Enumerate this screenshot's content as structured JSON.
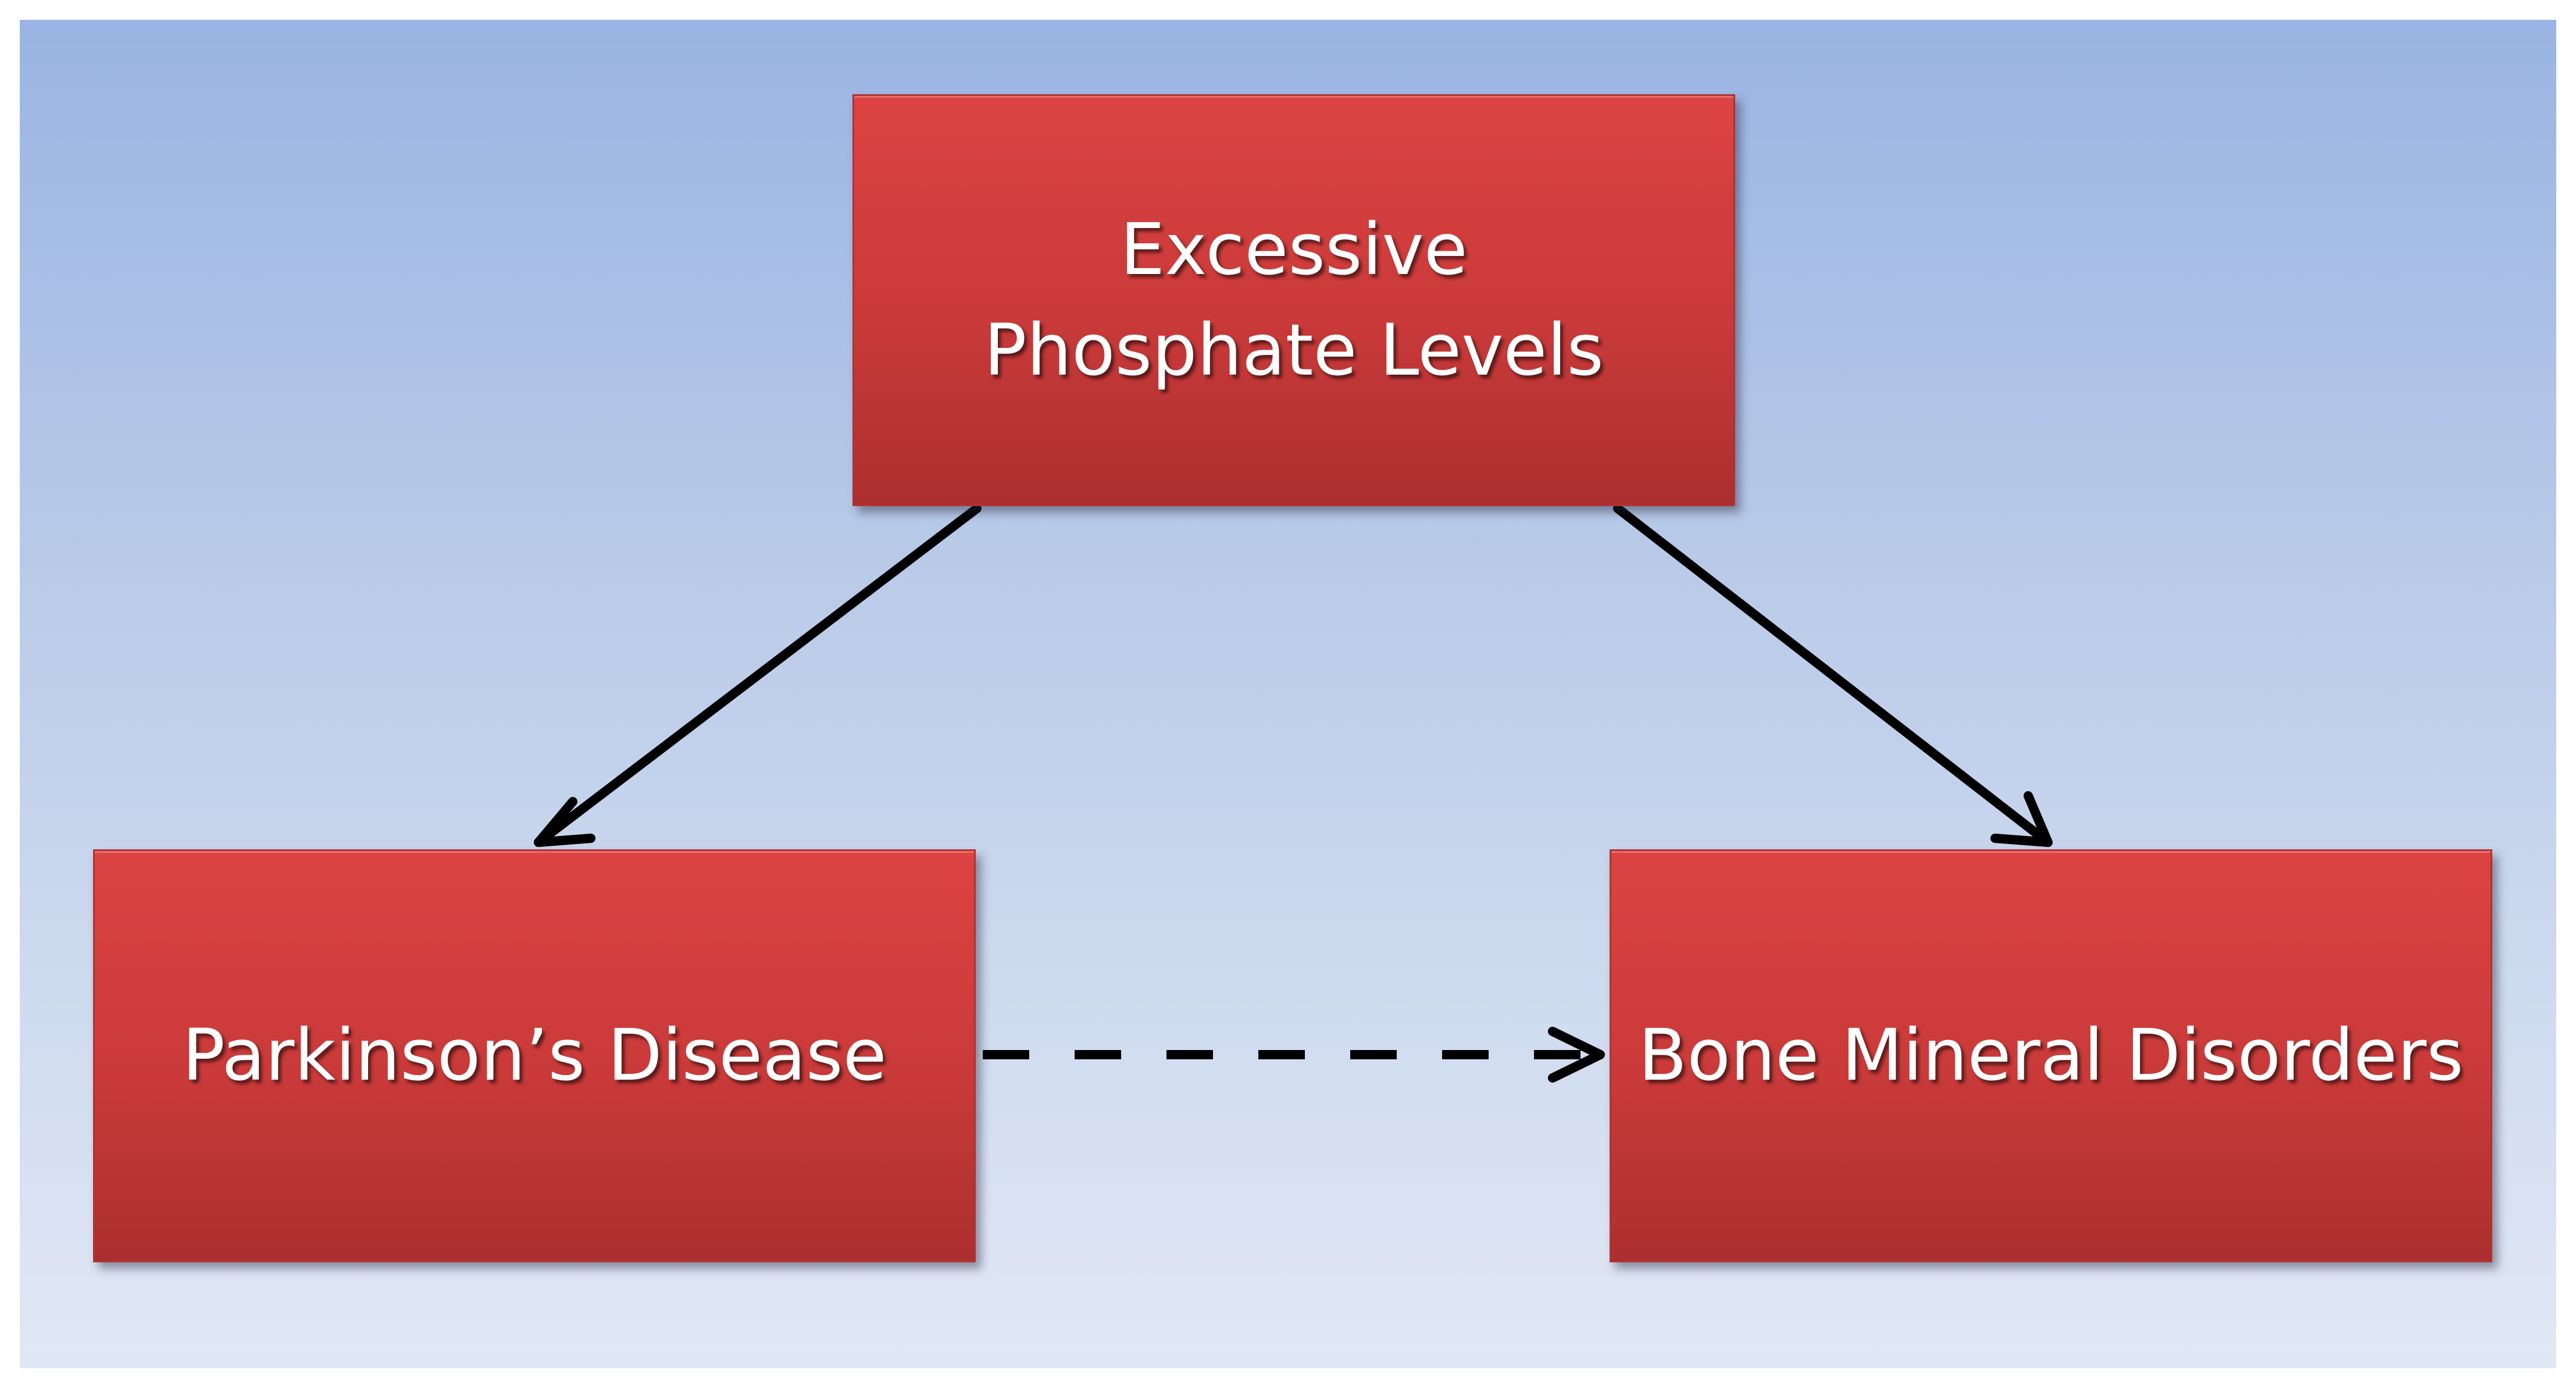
{
  "diagram": {
    "nodes": [
      {
        "id": "phosphate",
        "label": "Excessive\nPhosphate Levels"
      },
      {
        "id": "parkinsons",
        "label": "Parkinson’s Disease"
      },
      {
        "id": "bone",
        "label": "Bone Mineral Disorders"
      }
    ],
    "edges": [
      {
        "from": "phosphate",
        "to": "parkinsons",
        "style": "solid"
      },
      {
        "from": "phosphate",
        "to": "bone",
        "style": "solid"
      },
      {
        "from": "parkinsons",
        "to": "bone",
        "style": "dashed"
      }
    ],
    "colors": {
      "background_top": "#9ab4e3",
      "background_bottom": "#e1e8f5",
      "node_fill": "#cd3c3b",
      "node_text": "#ffffff",
      "arrow": "#000000"
    }
  }
}
